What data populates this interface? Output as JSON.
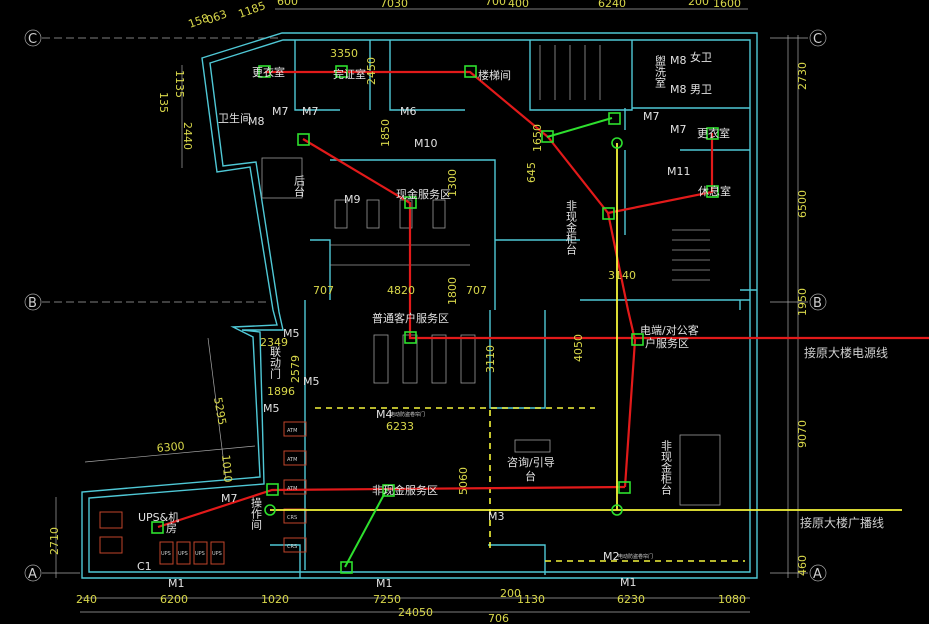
{
  "axes": {
    "c": "C",
    "b": "B",
    "a": "A"
  },
  "dims_top": [
    "158",
    "063",
    "1185",
    "600",
    "7030",
    "700",
    "400",
    "6240",
    "200",
    "1600"
  ],
  "dims_left": [
    "1135",
    "135",
    "2440",
    "2710",
    "5295",
    "6300",
    "1010"
  ],
  "dims_right": [
    "2730",
    "6500",
    "1950",
    "9070",
    "460"
  ],
  "dims_bottom": [
    "240",
    "6200",
    "1020",
    "7250",
    "200",
    "1130",
    "6230",
    "1080",
    "24050",
    "706"
  ],
  "dims_inner": [
    "3350",
    "2450",
    "1850",
    "1300",
    "1650",
    "645",
    "3140",
    "707",
    "4820",
    "1800",
    "707",
    "2349",
    "2579",
    "1896",
    "6233",
    "3110",
    "4050",
    "5060"
  ],
  "rooms": {
    "changing1": "更衣室",
    "verify": "完证室",
    "stairs": "楼梯间",
    "toilet": "卫生间",
    "backroom": "后台",
    "cash_area": "现金服务区",
    "washroom": "盥洗室",
    "female_wc": "女卫",
    "male_wc": "男卫",
    "changing2": "更衣室",
    "rest": "休息室",
    "noncash_counter1": "非现金柜台",
    "general_area": "普通客户服务区",
    "corp_area_1": "电端/对公客",
    "corp_area_2": "户服务区",
    "linked_door": "联动门",
    "ups_room_1": "UPS&机",
    "ups_room_2": "房",
    "operation": "操作间",
    "noncash_area": "非现金服务区",
    "consult_1": "咨询/引导",
    "consult_2": "台",
    "noncash_counter2": "非现金柜台"
  },
  "doors": [
    "M7",
    "M7",
    "M6",
    "M8",
    "M10",
    "M9",
    "M8",
    "M8",
    "M7",
    "M7",
    "M11",
    "M5",
    "M5",
    "M5",
    "M4",
    "M7",
    "M3",
    "M2",
    "M1",
    "M1",
    "M1",
    "C1"
  ],
  "rolling_door": "电动防盗卷帘门",
  "equipment": {
    "atm": "ATM",
    "crs": "CRS",
    "ups": "UPS"
  },
  "annotations": {
    "power_line": "接原大楼电源线",
    "broadcast_line": "接原大楼广播线"
  },
  "colors": {
    "wall": "#4fc8d6",
    "dimension": "#d9d84a",
    "power": "#e21a1a",
    "broadcast": "#f5f53a",
    "signal": "#2ee02e"
  }
}
